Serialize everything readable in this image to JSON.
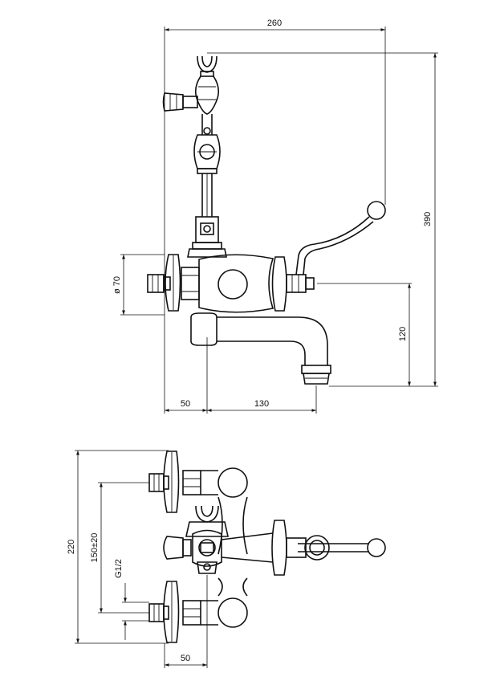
{
  "top_view": {
    "dims": {
      "width_260": "260",
      "height_390": "390",
      "dia_70": "ø 70",
      "height_120": "120",
      "offset_50": "50",
      "spout_130": "130"
    }
  },
  "bottom_view": {
    "dims": {
      "height_220": "220",
      "spacing": "150±20",
      "thread": "G1/2",
      "offset_50": "50"
    }
  }
}
